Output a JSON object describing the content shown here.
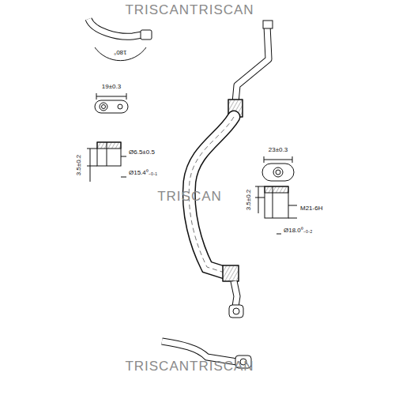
{
  "diagram": {
    "labels": [
      "TRISCANTRISCAN",
      "180°",
      "19±0.3",
      "Ø6.5±0.5",
      "3.5±0.2",
      "Ø15.4⁰₋₀.₁",
      "23±0.3",
      "3.5±0.2",
      "M21-6H",
      "Ø18.0⁰₋₀.₂",
      "TRISCAN",
      "TRISCANTRISCAN"
    ]
  }
}
